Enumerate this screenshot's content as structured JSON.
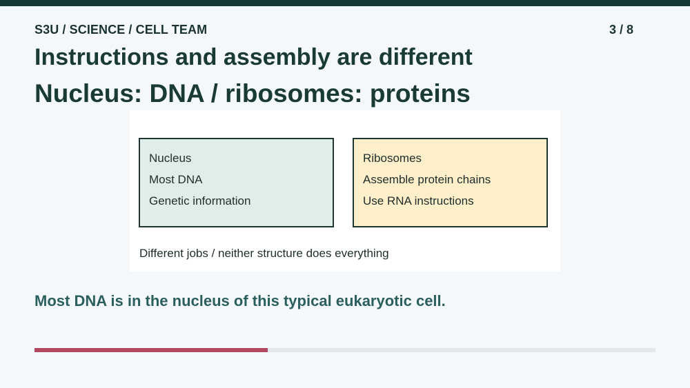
{
  "header": {
    "breadcrumb": "S3U / SCIENCE / CELL TEAM",
    "page_counter": "3 / 8"
  },
  "slide": {
    "title": "Instructions and assembly are different",
    "subtitle": "Nucleus: DNA / ribosomes: proteins",
    "cards": [
      {
        "lines": [
          "Nucleus",
          "Most DNA",
          "Genetic information"
        ],
        "color": "#dfeee9"
      },
      {
        "lines": [
          "Ribosomes",
          "Assemble protein chains",
          "Use RNA instructions"
        ],
        "color": "#fdefca"
      }
    ],
    "caption": "Different jobs / neither structure does everything",
    "footer_note": "Most DNA is in the nucleus of this typical eukaryotic cell."
  },
  "progress": {
    "current": 3,
    "total": 8,
    "color": "#b2485f"
  }
}
